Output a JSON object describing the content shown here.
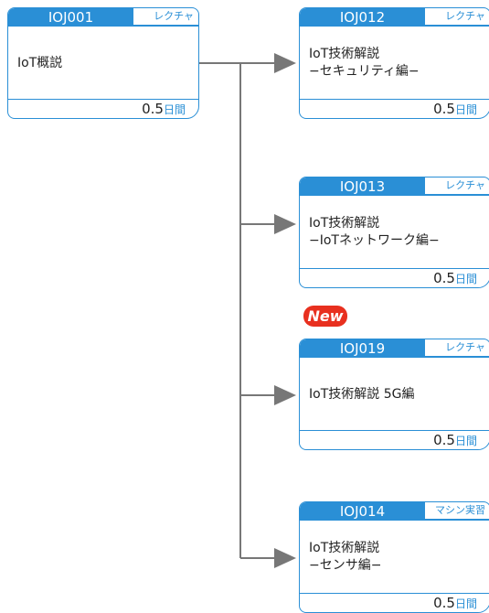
{
  "nodes": {
    "root": {
      "code": "IOJ001",
      "type": "レクチャ",
      "title_lines": [
        "IoT概説"
      ],
      "duration": "0.5",
      "unit": "日間"
    },
    "n1": {
      "code": "IOJ012",
      "type": "レクチャ",
      "title_lines": [
        "IoT技術解説",
        "−セキュリティ編−"
      ],
      "duration": "0.5",
      "unit": "日間"
    },
    "n2": {
      "code": "IOJ013",
      "type": "レクチャ",
      "title_lines": [
        "IoT技術解説",
        "−IoTネットワーク編−"
      ],
      "duration": "0.5",
      "unit": "日間"
    },
    "n3": {
      "code": "IOJ019",
      "type": "レクチャ",
      "title_lines": [
        "IoT技術解説 5G編"
      ],
      "duration": "0.5",
      "unit": "日間",
      "badge": "New"
    },
    "n4": {
      "code": "IOJ014",
      "type": "マシン実習",
      "title_lines": [
        "IoT技術解説",
        "−センサ編−"
      ],
      "duration": "0.5",
      "unit": "日間"
    }
  },
  "colors": {
    "accent": "#2a8fd6",
    "connector": "#777777",
    "badge_red": "#e8301f"
  }
}
